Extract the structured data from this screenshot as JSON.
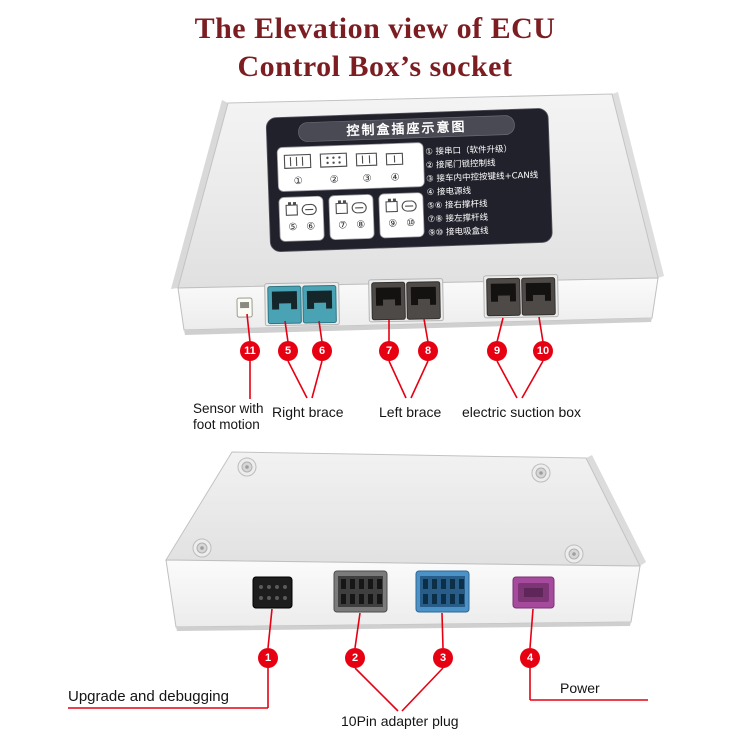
{
  "title": {
    "line1": "The Elevation view of ECU",
    "line2": "Control Box’s socket"
  },
  "colors": {
    "accent_red": "#e60012",
    "title_maroon": "#7b1d21",
    "panel_dark": "#21212b",
    "teal_socket": "#4aa3b4",
    "blue_connector": "#4b92c6",
    "purple_connector": "#a54a9c"
  },
  "panel": {
    "header": "控制盒插座示意图",
    "socket_numbers_row1": [
      "①",
      "②",
      "③",
      "④"
    ],
    "socket_numbers_row2": [
      "⑤",
      "⑥",
      "⑦",
      "⑧",
      "⑨",
      "⑩"
    ],
    "legend": [
      "① 接串口（软件升级）",
      "② 接尾门锁控制线",
      "③ 接车内中控按键线+CAN线",
      "④ 接电源线",
      "⑤⑥ 接右撑杆线",
      "⑦⑧ 接左撑杆线",
      "⑨⑩ 接电吸盒线"
    ]
  },
  "top_view": {
    "callouts": [
      "11",
      "5",
      "6",
      "7",
      "8",
      "9",
      "10"
    ],
    "labels": {
      "sensor_line1": "Sensor with",
      "sensor_line2": "foot motion",
      "right_brace": "Right brace",
      "left_brace": "Left brace",
      "electric_suction_box": "electric suction box"
    }
  },
  "bottom_view": {
    "callouts": [
      "1",
      "2",
      "3",
      "4"
    ],
    "labels": {
      "upgrade": "Upgrade and debugging",
      "adapter": "10Pin adapter plug",
      "power": "Power"
    }
  }
}
